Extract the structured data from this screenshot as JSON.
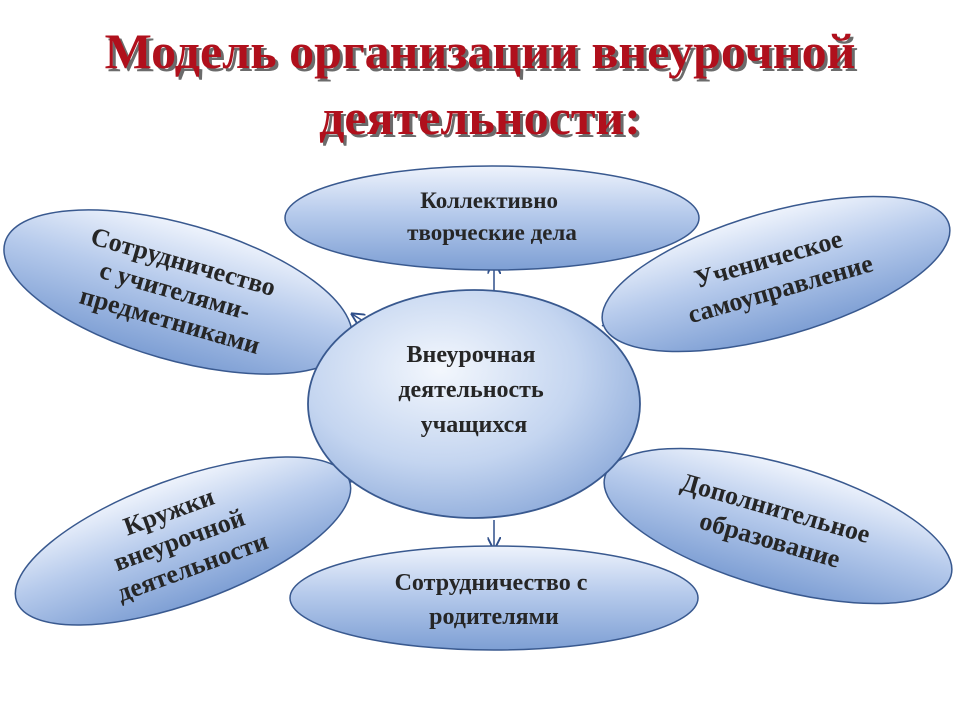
{
  "title": {
    "line1": "Модель организации внеурочной",
    "line2": "деятельности:"
  },
  "center": {
    "lines": [
      "Внеурочная",
      "деятельность",
      "учащихся"
    ]
  },
  "nodes": {
    "top": {
      "lines": [
        "Коллективно",
        "творческие дела"
      ]
    },
    "top_left": {
      "lines": [
        "Сотрудничество",
        "с учителями-",
        "предметниками"
      ]
    },
    "top_right": {
      "lines": [
        "Ученическое",
        "самоуправление"
      ]
    },
    "bottom_left": {
      "lines": [
        "Кружки",
        "внеурочной",
        "деятельности"
      ]
    },
    "bottom_right": {
      "lines": [
        "Дополнительное",
        "образование"
      ]
    },
    "bottom": {
      "lines": [
        "Сотрудничество с",
        "родителями"
      ]
    }
  },
  "colors": {
    "title": "#b0101c",
    "title_shadow": "#6b6b6b",
    "ellipse_light": "#dfe9f8",
    "ellipse_dark": "#7e9fd4",
    "ellipse_stroke": "#39598f",
    "text": "#262626",
    "arrow": "#2f4f8a"
  }
}
